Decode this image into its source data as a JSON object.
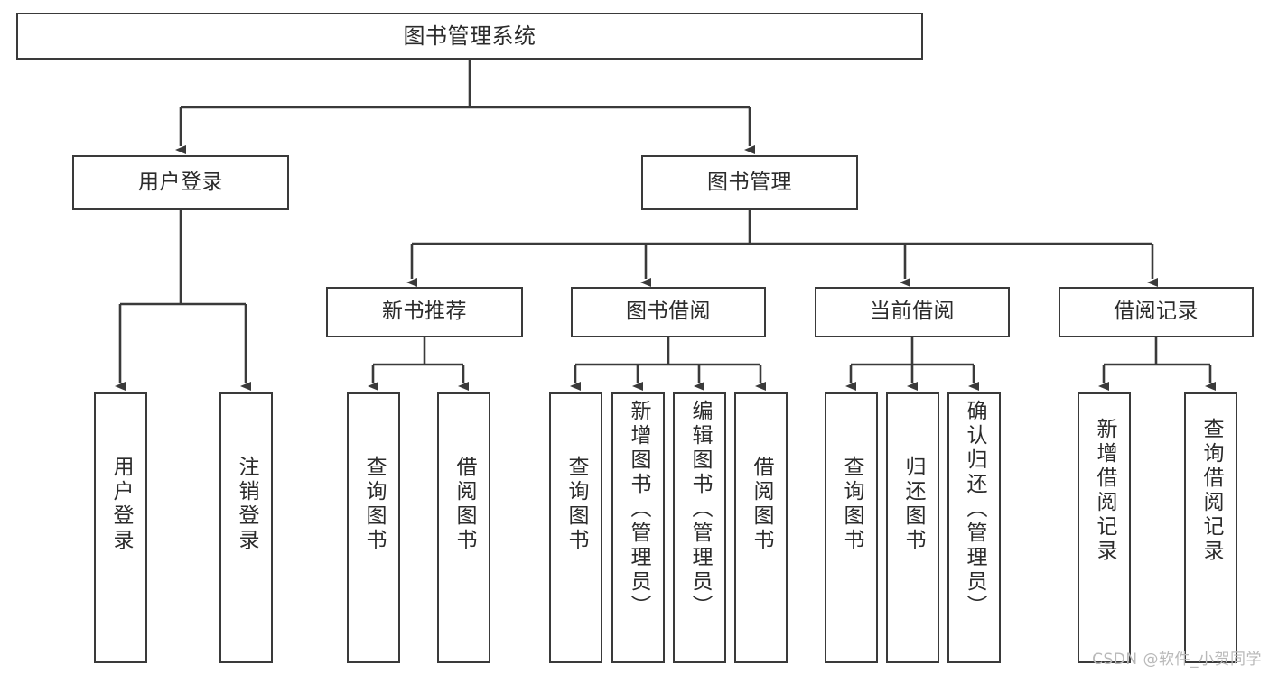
{
  "diagram": {
    "title": "图书管理系统",
    "type": "tree-hierarchy",
    "watermark": "CSDN @软件_小贺同学",
    "colors": {
      "stroke": "#3a3a3a",
      "text": "#2b2b2b",
      "background": "#ffffff",
      "watermark": "#b9b9b9"
    }
  },
  "nodes": {
    "root": {
      "label": "图书管理系统"
    },
    "level1": [
      {
        "label": "用户登录"
      },
      {
        "label": "图书管理"
      }
    ],
    "level2": [
      {
        "label": "新书推荐"
      },
      {
        "label": "图书借阅"
      },
      {
        "label": "当前借阅"
      },
      {
        "label": "借阅记录"
      }
    ],
    "leaves": {
      "user_login": [
        {
          "label": "用户登录"
        },
        {
          "label": "注销登录"
        }
      ],
      "new_book_recommend": [
        {
          "label": "查询图书"
        },
        {
          "label": "借阅图书"
        }
      ],
      "book_borrow": [
        {
          "label": "查询图书"
        },
        {
          "label": "新增图书（管理员）"
        },
        {
          "label": "编辑图书（管理员）"
        },
        {
          "label": "借阅图书"
        }
      ],
      "current_borrow": [
        {
          "label": "查询图书"
        },
        {
          "label": "归还图书"
        },
        {
          "label": "确认归还（管理员）"
        }
      ],
      "borrow_record": [
        {
          "label": "新增借阅记录"
        },
        {
          "label": "查询借阅记录"
        }
      ]
    }
  }
}
